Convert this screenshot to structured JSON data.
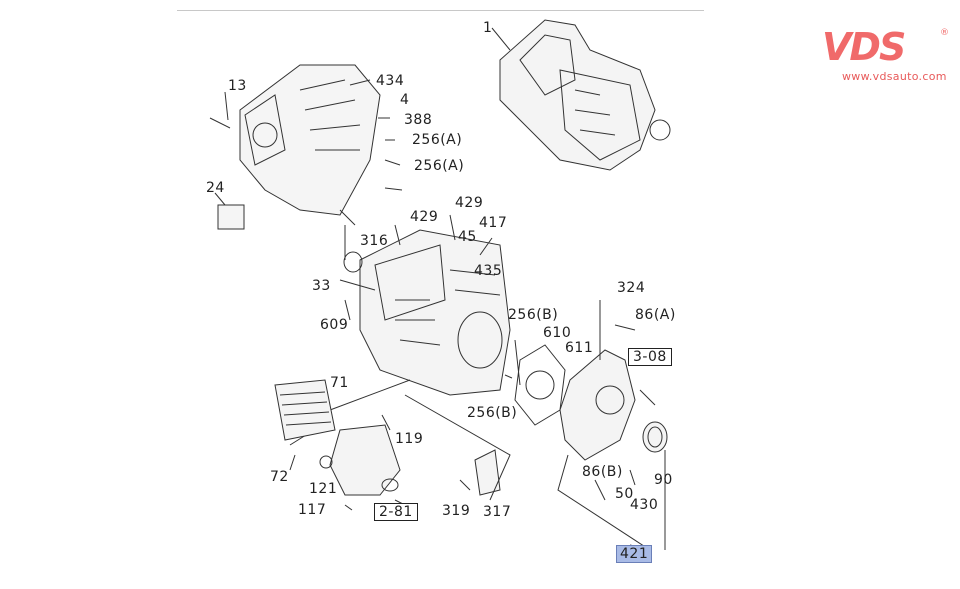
{
  "logo": {
    "brand": "VDS",
    "registered": "®",
    "url": "www.vdsauto.com",
    "color": "#f06a6a"
  },
  "callouts": [
    {
      "id": "1"
    },
    {
      "id": "434"
    },
    {
      "id": "13"
    },
    {
      "id": "4"
    },
    {
      "id": "388"
    },
    {
      "id": "256(A)"
    },
    {
      "id": "256(A)"
    },
    {
      "id": "24"
    },
    {
      "id": "429"
    },
    {
      "id": "429"
    },
    {
      "id": "417"
    },
    {
      "id": "316"
    },
    {
      "id": "45"
    },
    {
      "id": "435"
    },
    {
      "id": "33"
    },
    {
      "id": "324"
    },
    {
      "id": "86(A)"
    },
    {
      "id": "609"
    },
    {
      "id": "256(B)"
    },
    {
      "id": "610"
    },
    {
      "id": "611"
    },
    {
      "id": "71"
    },
    {
      "id": "256(B)"
    },
    {
      "id": "119"
    },
    {
      "id": "72"
    },
    {
      "id": "121"
    },
    {
      "id": "86(B)"
    },
    {
      "id": "50"
    },
    {
      "id": "90"
    },
    {
      "id": "430"
    },
    {
      "id": "117"
    },
    {
      "id": "319"
    },
    {
      "id": "317"
    }
  ],
  "references": [
    {
      "id": "3-08"
    },
    {
      "id": "2-81"
    }
  ],
  "highlighted": {
    "id": "421",
    "color": "#a9bbe6"
  }
}
